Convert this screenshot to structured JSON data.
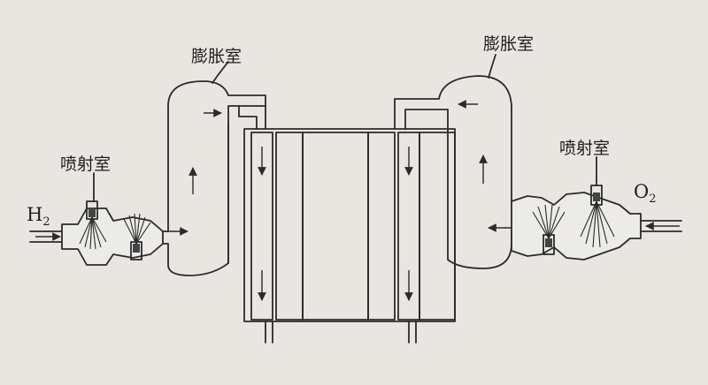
{
  "labels": {
    "left_expansion": "膨胀室",
    "right_expansion": "膨胀室",
    "left_injection": "喷射室",
    "right_injection": "喷射室"
  },
  "inputs": {
    "left_gas": "H",
    "left_gas_subscript": "2",
    "right_gas": "O",
    "right_gas_subscript": "2"
  }
}
